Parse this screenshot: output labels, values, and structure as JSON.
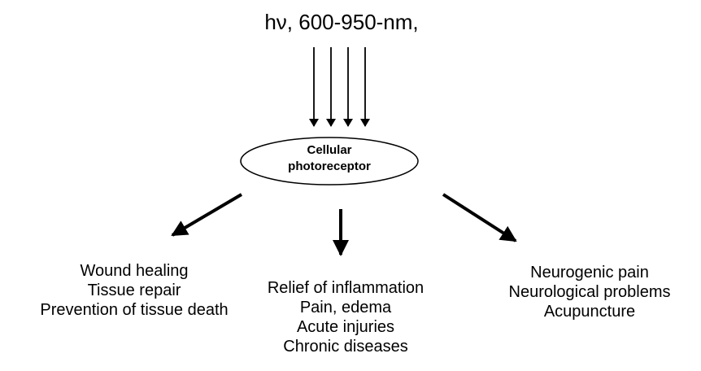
{
  "title": "hν, 600-950-nm,",
  "center": {
    "line1": "Cellular",
    "line2": "photoreceptor"
  },
  "outcomes": {
    "left": [
      "Wound healing",
      "Tissue repair",
      "Prevention of tissue death"
    ],
    "middle": [
      "Relief of inflammation",
      "Pain, edema",
      "Acute injuries",
      "Chronic diseases"
    ],
    "right": [
      "Neurogenic pain",
      "Neurological problems",
      "Acupuncture"
    ]
  },
  "colors": {
    "stroke": "#000000",
    "background": "#ffffff"
  }
}
